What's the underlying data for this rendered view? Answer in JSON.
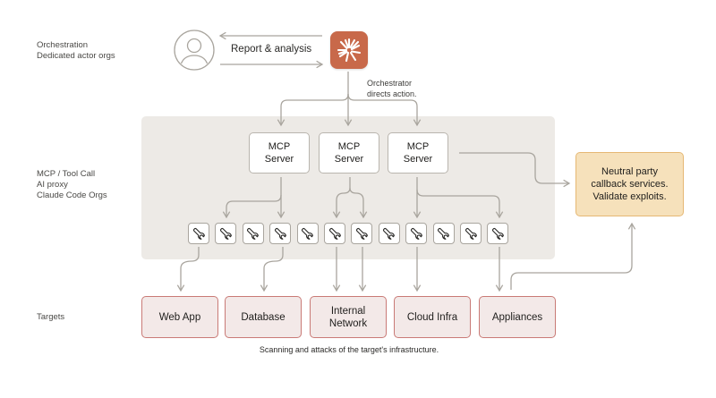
{
  "row_labels": {
    "orchestration": [
      "Orchestration",
      "Dedicated actor orgs"
    ],
    "mcp": [
      "MCP / Tool Call",
      "AI proxy",
      "Claude Code Orgs"
    ],
    "targets": [
      "Targets"
    ]
  },
  "top": {
    "user_icon": "user-avatar-icon",
    "edge_label": "Report & analysis",
    "orchestrator_icon": "claude-starburst-icon",
    "orchestrator_note": [
      "Orchestrator",
      "directs action."
    ]
  },
  "mcp_servers": [
    {
      "line1": "MCP",
      "line2": "Server"
    },
    {
      "line1": "MCP",
      "line2": "Server"
    },
    {
      "line1": "MCP",
      "line2": "Server"
    }
  ],
  "tools": {
    "count": 12,
    "icon": "wrench-icon"
  },
  "callback": {
    "lines": [
      "Neutral party",
      "callback services.",
      "Validate exploits."
    ]
  },
  "targets": [
    {
      "lines": [
        "Web App"
      ]
    },
    {
      "lines": [
        "Database"
      ]
    },
    {
      "lines": [
        "Internal",
        "Network"
      ]
    },
    {
      "lines": [
        "Cloud Infra"
      ]
    },
    {
      "lines": [
        "Appliances"
      ]
    }
  ],
  "caption": "Scanning and attacks of the target's infrastructure.",
  "colors": {
    "orchestrator": "#c8694a",
    "panel": "#edeae6",
    "target_fill": "#f3e9e8",
    "target_border": "#c97a76",
    "callback_fill": "#f6e1bb",
    "callback_border": "#e6b874",
    "wire": "#a9a59e"
  }
}
